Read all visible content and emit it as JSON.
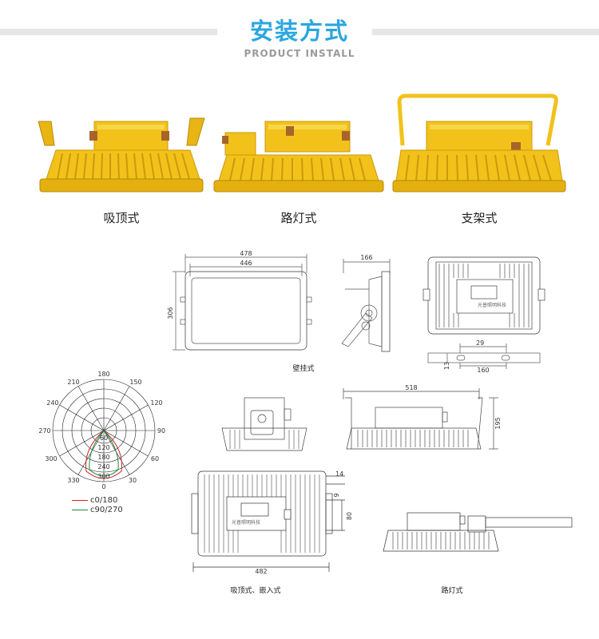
{
  "header": {
    "title_cn": "安装方式",
    "title_en": "PRODUCT INSTALL"
  },
  "photos": [
    {
      "caption": "吸顶式"
    },
    {
      "caption": "路灯式"
    },
    {
      "caption": "支架式"
    }
  ],
  "wall_drawing": {
    "caption": "壁挂式",
    "front": {
      "dim_outer_width": "478",
      "dim_inner_width": "446",
      "dim_height": "306"
    },
    "side": {
      "dim_depth": "166"
    },
    "rear": {
      "dim_29": "29",
      "dim_13": "13",
      "dim_160": "160",
      "nameplate": "光普照明科技"
    }
  },
  "ceiling_drawing": {
    "caption": "吸顶式、嵌入式",
    "dim_bracket_width": "518",
    "dim_height": "195",
    "dim_14": "14",
    "dim_9": "9",
    "dim_80": "80",
    "dim_bottom_width": "482",
    "nameplate": "光普照明科技"
  },
  "street_drawing": {
    "caption": "路灯式"
  },
  "polar_chart": {
    "angle_labels": {
      "top": "180",
      "top_left": "210",
      "top_right": "150",
      "left_upper": "240",
      "right_upper": "120",
      "left": "270",
      "right": "90",
      "left_lower": "300",
      "right_lower": "60",
      "bottom_left": "330",
      "bottom_right": "30",
      "bottom": "0"
    },
    "radial_labels": [
      "60",
      "120",
      "180",
      "240",
      "300"
    ],
    "legend": [
      {
        "name": "c0/180",
        "color": "#cc2222"
      },
      {
        "name": "c90/270",
        "color": "#1a8a3a"
      }
    ]
  },
  "colors": {
    "accent": "#2aa6e0",
    "fixture_yellow": "#f2c21a"
  }
}
